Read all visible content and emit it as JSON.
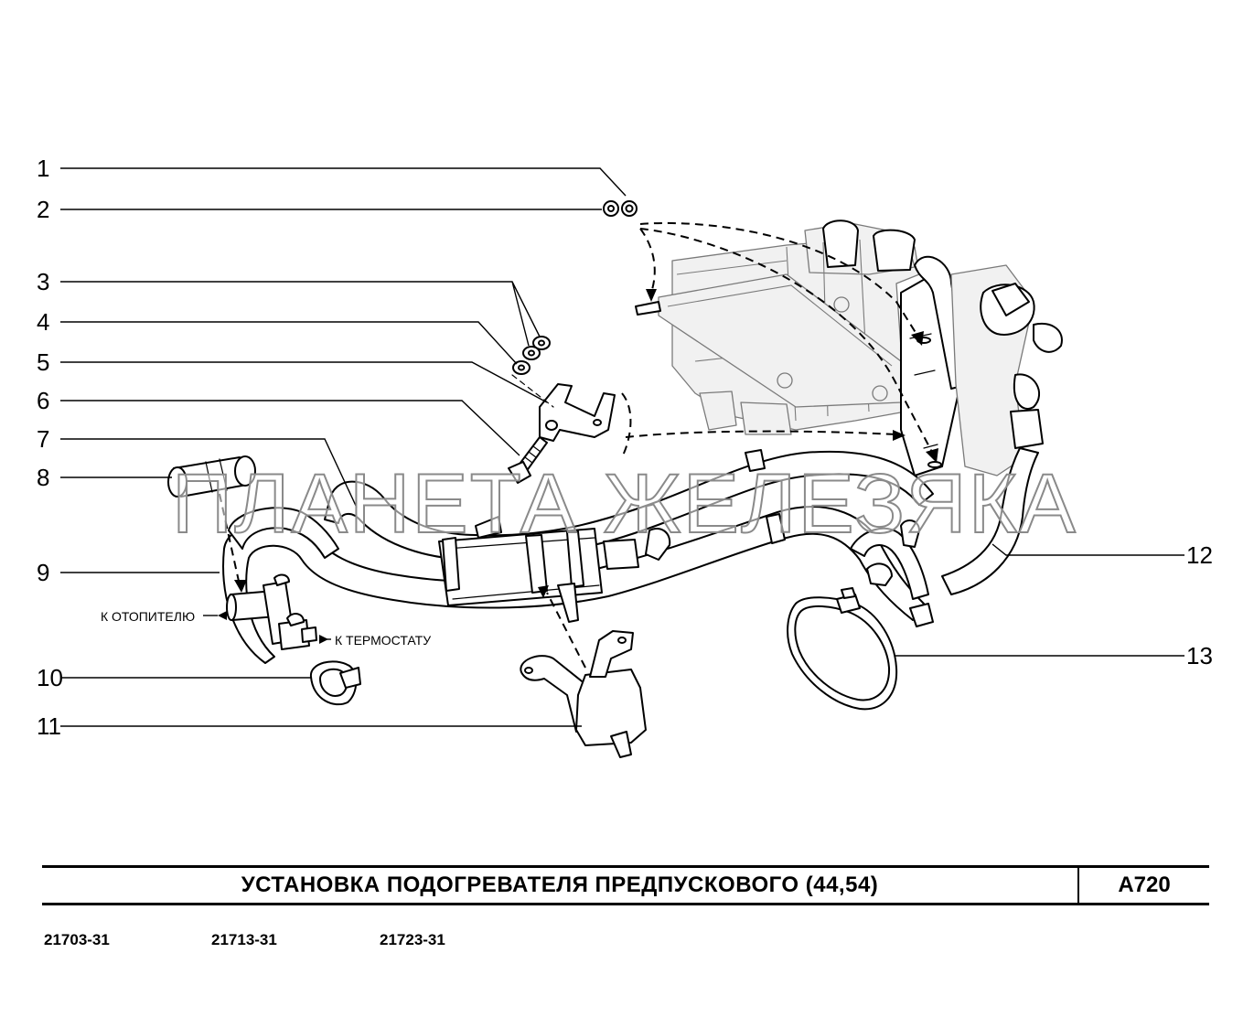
{
  "callouts": [
    "1",
    "2",
    "3",
    "4",
    "5",
    "6",
    "7",
    "8",
    "9",
    "10",
    "11",
    "12",
    "13"
  ],
  "annotations": {
    "to_heater": "К ОТОПИТЕЛЮ",
    "to_thermostat": "К ТЕРМОСТАТУ"
  },
  "watermark": "ПЛАНЕТА ЖЕЛЕЗЯКА",
  "title_block": {
    "title": "УСТАНОВКА ПОДОГРЕВАТЕЛЯ ПРЕДПУСКОВОГО (44,54)",
    "code": "A720"
  },
  "models": [
    "21703-31",
    "21713-31",
    "21723-31"
  ]
}
